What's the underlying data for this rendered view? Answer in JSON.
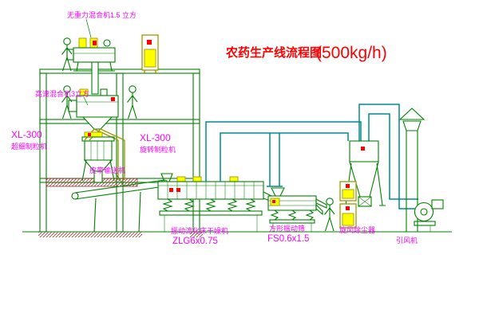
{
  "title": {
    "text": "农药生产线流程图",
    "capacity": "(500kg/h)"
  },
  "labels": {
    "mixer_top": "无重力混合机1.5 立方",
    "mixer_mid": "高速混合机3立方",
    "granulator_left_model": "XL-300",
    "granulator_left_name": "超细制粒机",
    "granulator_right_model": "XL-300",
    "granulator_right_name": "旋转制粒机",
    "belt_conveyor": "皮带输送机",
    "dryer_name": "振动流化床干燥机",
    "dryer_model": "ZLG6x0.75",
    "screen_name": "方形振动筛",
    "screen_model": "FS0.6x1.5",
    "cyclone_name": "旋风除尘器",
    "fan_name": "引风机"
  },
  "colors": {
    "structure": "#008000",
    "pipe": "#008b8b",
    "equipment": "#9c9c00",
    "highlight": "#ffff00",
    "marker": "#ff0000",
    "label": "#ff00ff",
    "title": "#ff0000"
  }
}
